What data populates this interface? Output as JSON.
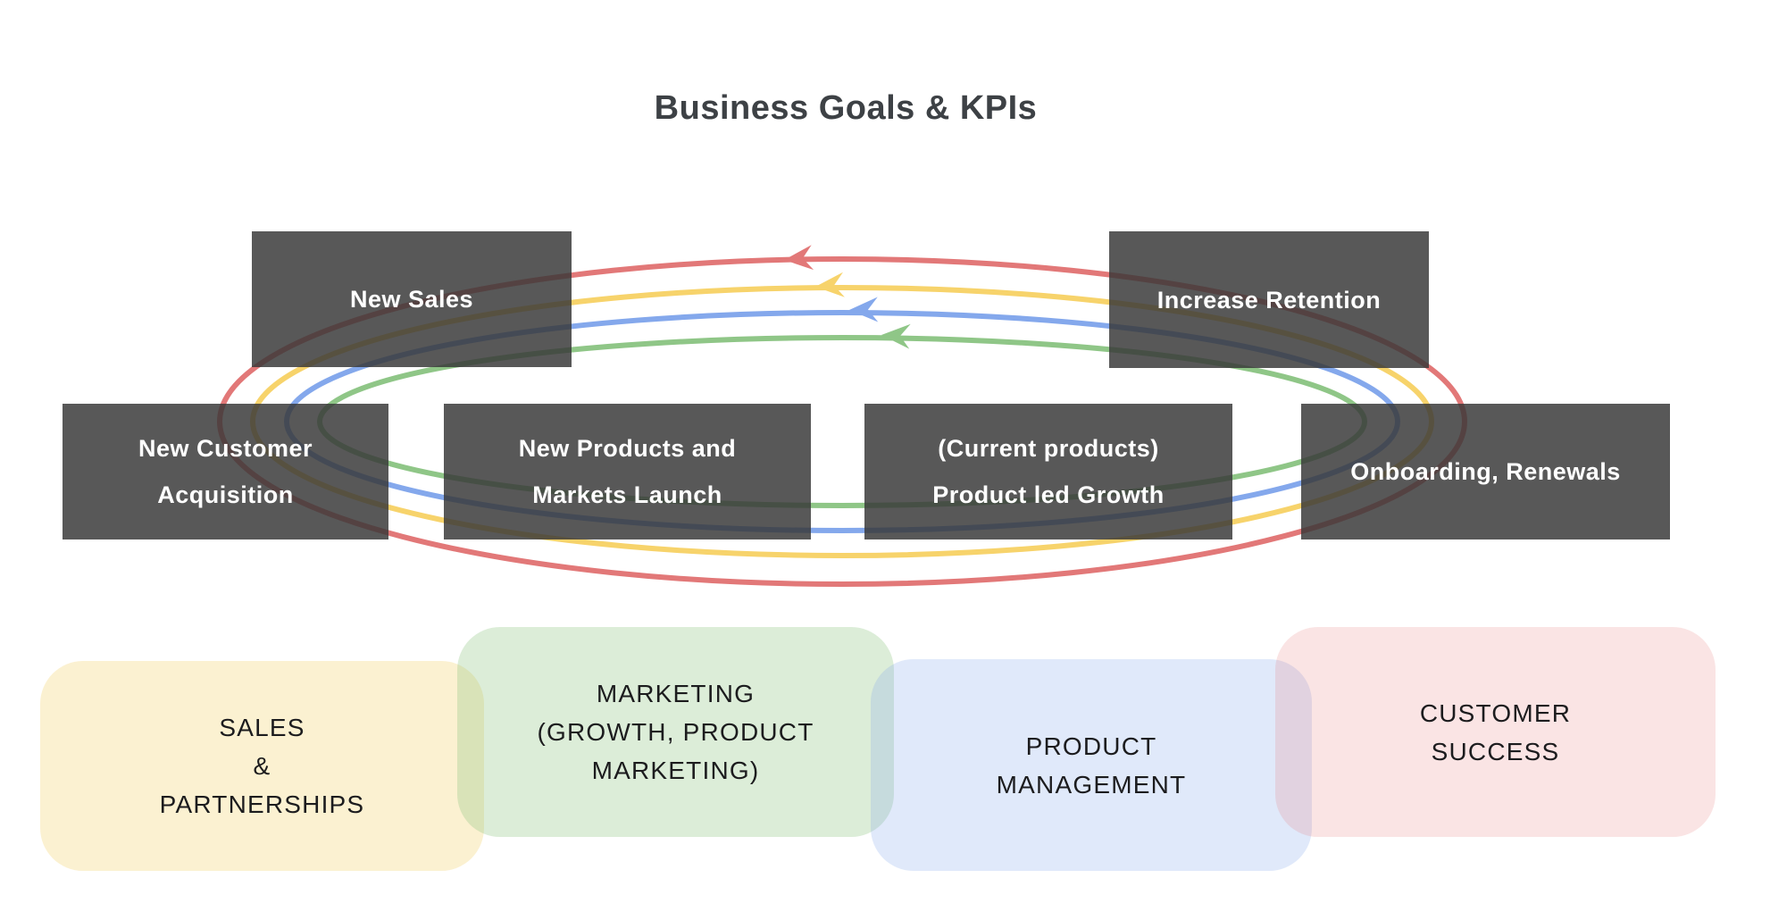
{
  "title": "Business Goals & KPIs",
  "flow_rings": [
    {
      "name": "outer-red-ring",
      "color": "#E27878"
    },
    {
      "name": "yellow-ring",
      "color": "#F7D36B"
    },
    {
      "name": "blue-ring",
      "color": "#84A8EC"
    },
    {
      "name": "inner-green-ring",
      "color": "#8FC687"
    }
  ],
  "kpi_boxes": [
    {
      "id": "new-sales",
      "lines": [
        "New Sales"
      ]
    },
    {
      "id": "increase-retention",
      "lines": [
        "Increase Retention"
      ]
    },
    {
      "id": "new-customer-acquisition",
      "lines": [
        "New Customer",
        "Acquisition"
      ]
    },
    {
      "id": "new-products-markets",
      "lines": [
        "New Products and",
        "Markets Launch"
      ]
    },
    {
      "id": "current-products-plg",
      "lines": [
        "(Current products)",
        "Product led Growth"
      ]
    },
    {
      "id": "onboarding-renewals",
      "lines": [
        "Onboarding, Renewals"
      ]
    }
  ],
  "team_boxes": [
    {
      "id": "sales-partnerships",
      "lines": [
        "SALES",
        "&",
        "PARTNERSHIPS"
      ],
      "color": "#F2CB58"
    },
    {
      "id": "marketing",
      "lines": [
        "MARKETING",
        "(GROWTH, PRODUCT",
        "MARKETING)"
      ],
      "color": "#8BC57D"
    },
    {
      "id": "product-management",
      "lines": [
        "PRODUCT",
        "MANAGEMENT"
      ],
      "color": "#82A7EB"
    },
    {
      "id": "customer-success",
      "lines": [
        "CUSTOMER",
        "SUCCESS"
      ],
      "color": "#E67878"
    }
  ],
  "box_colors": {
    "kpi_box_fill": "#595959",
    "kpi_text": "#FFFFFF",
    "team_text": "#1C1C1E",
    "title_text": "#3D4145"
  }
}
